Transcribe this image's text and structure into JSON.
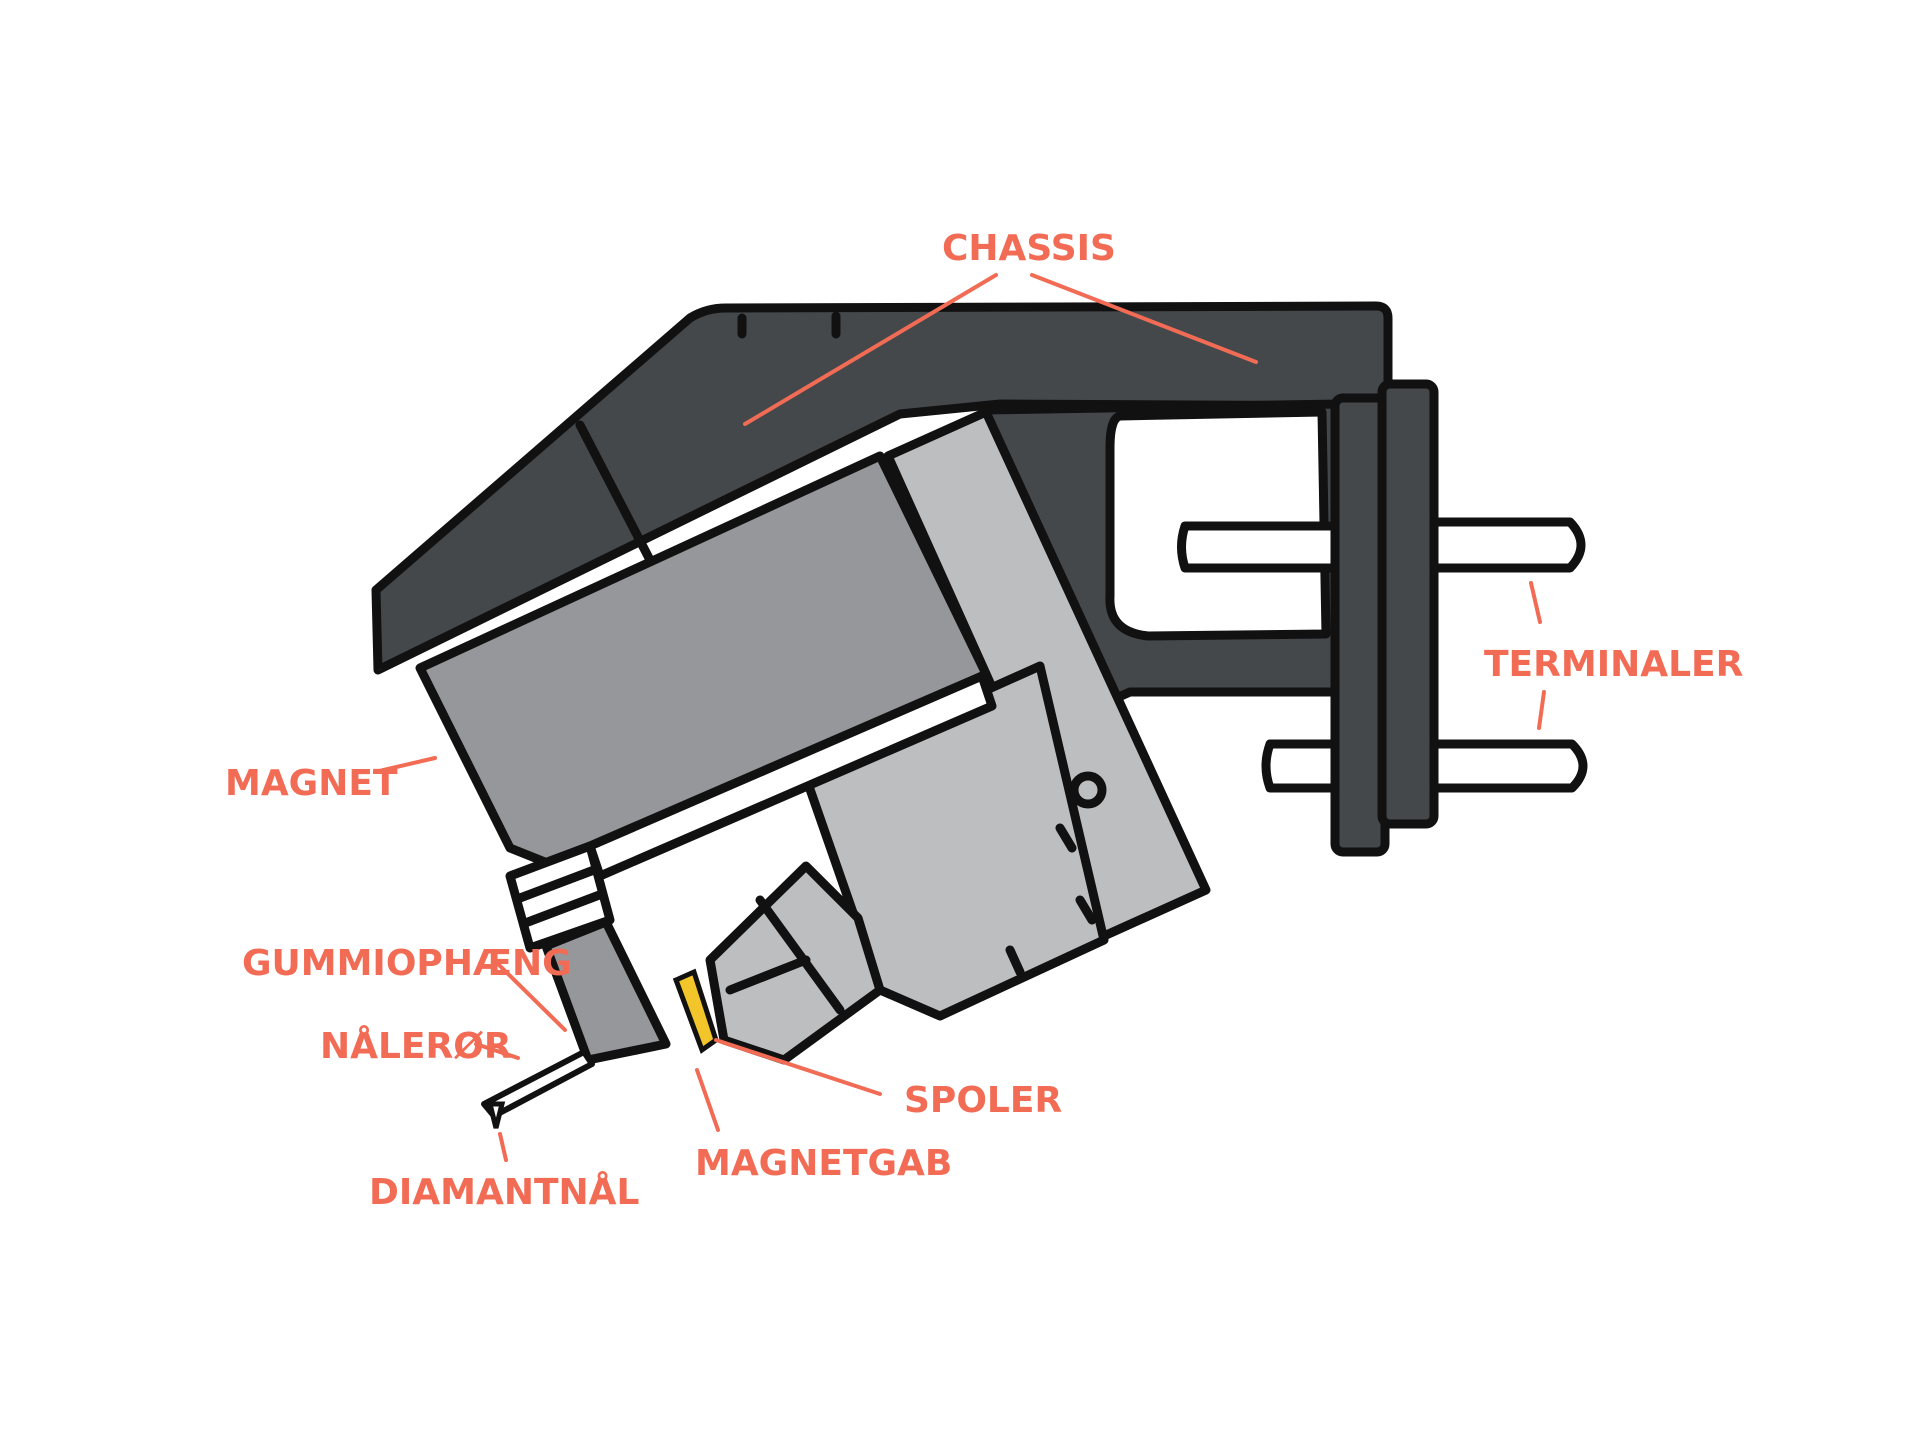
{
  "colors": {
    "label": "#f26b54",
    "chassis": "#45484b",
    "magnet": "#96979a",
    "pole_piece": "#bdbec0",
    "coil": "#f2c52a",
    "outline": "#111111",
    "background": "#ffffff"
  },
  "labels": {
    "chassis": "CHASSIS",
    "terminaler": "TERMINALER",
    "magnet": "MAGNET",
    "gummiophaeng": "GUMMIOPHÆNG",
    "naleror": "NÅLERØR",
    "diamantnal": "DIAMANTNÅL",
    "magnetgab": "MAGNETGAB",
    "spoler": "SPOLER"
  }
}
